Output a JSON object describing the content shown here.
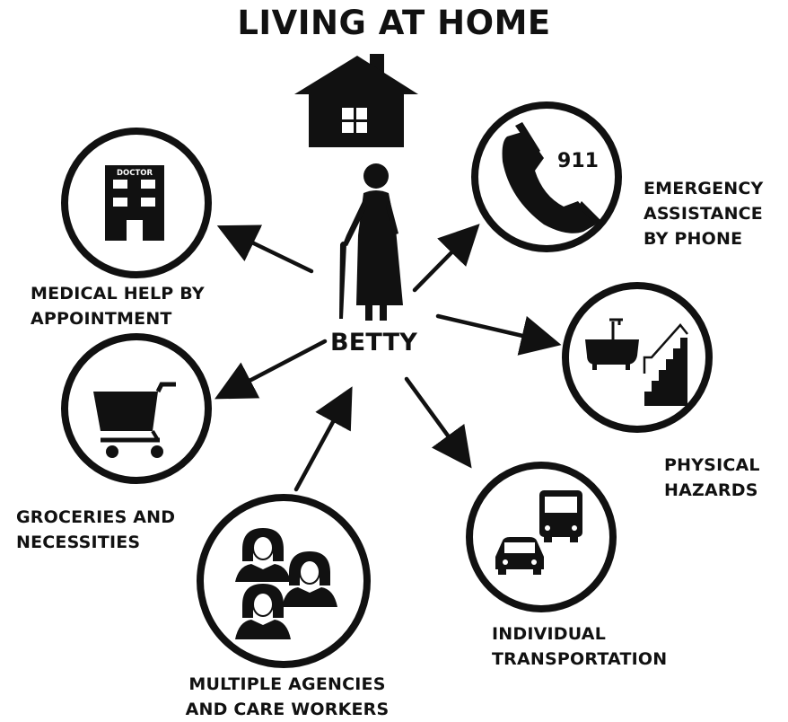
{
  "title": "LIVING AT HOME",
  "center": {
    "label": "BETTY"
  },
  "colors": {
    "ink": "#111111",
    "background": "#ffffff"
  },
  "nodes": [
    {
      "id": "medical",
      "label": "MEDICAL HELP BY\nAPPOINTMENT",
      "icon": "hospital-building-icon",
      "icon_text": "DOCTOR"
    },
    {
      "id": "emergency",
      "label": "EMERGENCY\nASSISTANCE\nBY PHONE",
      "icon": "phone-icon",
      "icon_text": "911"
    },
    {
      "id": "hazards",
      "label": "PHYSICAL\nHAZARDS",
      "icon": "bathtub-stairs-icon"
    },
    {
      "id": "groceries",
      "label": "GROCERIES AND\nNECESSITIES",
      "icon": "shopping-cart-icon"
    },
    {
      "id": "agencies",
      "label": "MULTIPLE AGENCIES\nAND CARE WORKERS",
      "icon": "care-workers-icon"
    },
    {
      "id": "transport",
      "label": "INDIVIDUAL\nTRANSPORTATION",
      "icon": "car-bus-icon"
    }
  ]
}
